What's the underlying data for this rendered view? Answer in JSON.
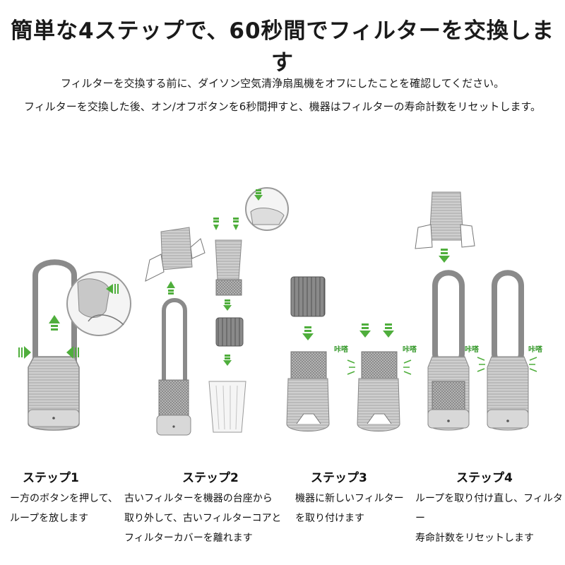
{
  "title": "簡単な4ステップで、60秒間でフィルターを交換します",
  "intro": {
    "line1": "フィルターを交換する前に、ダイソン空気清浄扇風機をオフにしたことを確認してください。",
    "line2": "フィルターを交換した後、オン/オフボタンを6秒間押すと、機器はフィルターの寿命計数をリセットします。"
  },
  "click_label": "咔嗒",
  "colors": {
    "arrow_green": "#4fae3c",
    "device_gray": "#9a9a9a"
  },
  "steps": [
    {
      "title": "ステップ1",
      "desc": "ー方のボタンを押して、\nループを放します"
    },
    {
      "title": "ステップ2",
      "desc": "古いフィルターを機器の台座から\n取り外して、古いフィルターコアと\nフィルターカバーを離れます"
    },
    {
      "title": "ステップ3",
      "desc": "機器に新しいフィルター\nを取り付けます"
    },
    {
      "title": "ステップ4",
      "desc": "ループを取り付け直し、フィルター\n寿命計数をリセットします"
    }
  ]
}
